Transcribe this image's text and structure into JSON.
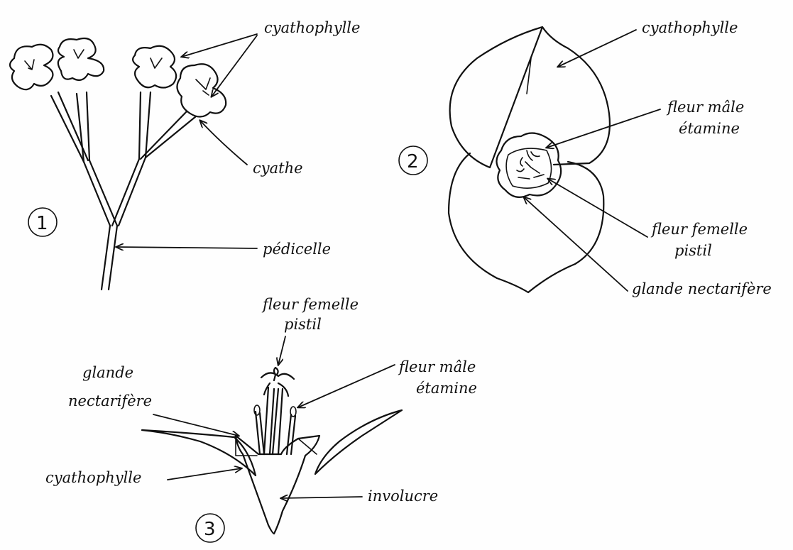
{
  "fig1": {
    "number": "1",
    "labels": {
      "cyathophylle": "cyathophylle",
      "cyathe": "cyathe",
      "pedicelle": "pédicelle"
    }
  },
  "fig2": {
    "number": "2",
    "labels": {
      "cyathophylle": "cyathophylle",
      "fleur_male_1": "fleur mâle",
      "fleur_male_2": "étamine",
      "fleur_femelle_1": "fleur femelle",
      "fleur_femelle_2": "pistil",
      "glande": "glande nectarifère"
    }
  },
  "fig3": {
    "number": "3",
    "labels": {
      "fleur_femelle_1": "fleur femelle",
      "fleur_femelle_2": "pistil",
      "fleur_male_1": "fleur mâle",
      "fleur_male_2": "étamine",
      "glande_1": "glande",
      "glande_2": "nectarifère",
      "cyathophylle": "cyathophylle",
      "involucre": "involucre"
    }
  }
}
